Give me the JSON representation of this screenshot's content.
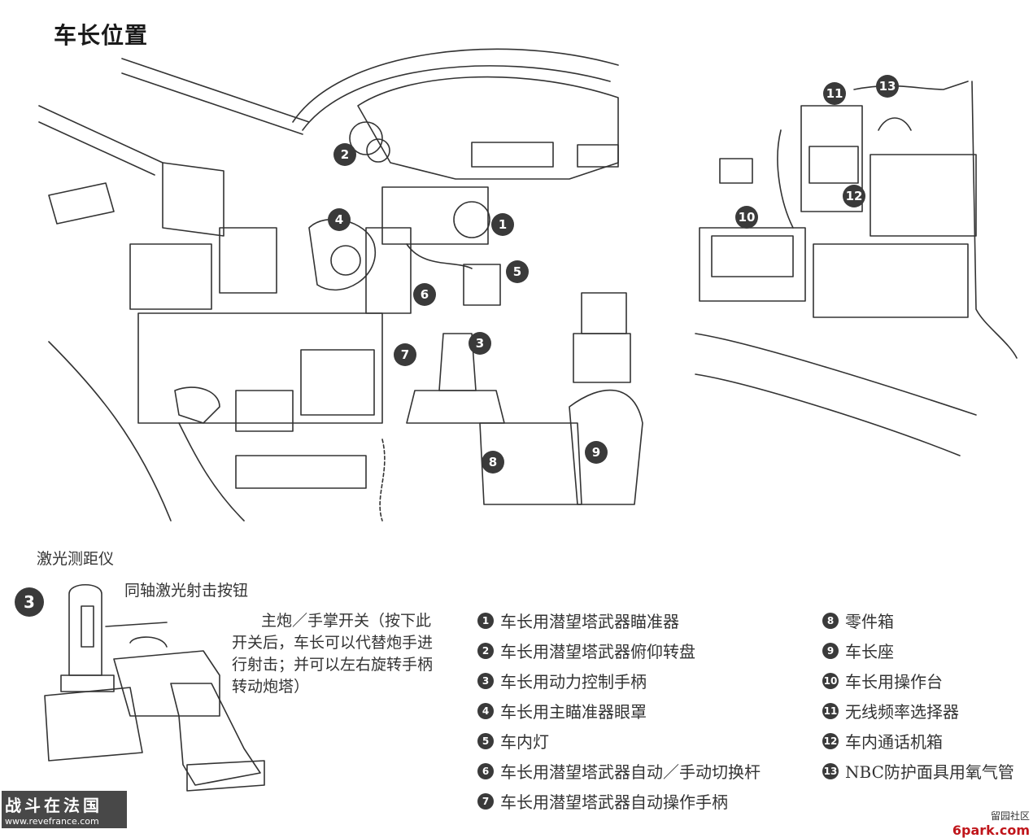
{
  "title": "车长位置",
  "callouts": [
    "1",
    "2",
    "3",
    "4",
    "5",
    "6",
    "7",
    "8",
    "9",
    "10",
    "11",
    "12",
    "13"
  ],
  "detail": {
    "number": "3",
    "laser_label": "激光测距仪",
    "coax_label": "同轴激光射击按钮",
    "description": "主炮／手掌开关（按下此开关后，车长可以代替炮手进行射击；并可以左右旋转手柄转动炮塔）"
  },
  "legend_left": [
    {
      "num": "1",
      "text": "车长用潜望塔武器瞄准器"
    },
    {
      "num": "2",
      "text": "车长用潜望塔武器俯仰转盘"
    },
    {
      "num": "3",
      "text": "车长用动力控制手柄"
    },
    {
      "num": "4",
      "text": "车长用主瞄准器眼罩"
    },
    {
      "num": "5",
      "text": "车内灯"
    },
    {
      "num": "6",
      "text": "车长用潜望塔武器自动／手动切换杆"
    },
    {
      "num": "7",
      "text": "车长用潜望塔武器自动操作手柄"
    }
  ],
  "legend_right": [
    {
      "num": "8",
      "text": "零件箱"
    },
    {
      "num": "9",
      "text": "车长座"
    },
    {
      "num": "10",
      "text": "车长用操作台"
    },
    {
      "num": "11",
      "text": "无线频率选择器"
    },
    {
      "num": "12",
      "text": "车内通话机箱"
    },
    {
      "num": "13",
      "text": "NBC防护面具用氧气管"
    }
  ],
  "watermarks": {
    "left_cn": "战斗在法国",
    "left_url": "www.revefrance.com",
    "right_cn": "留园社区",
    "right_url": "6park.com"
  }
}
